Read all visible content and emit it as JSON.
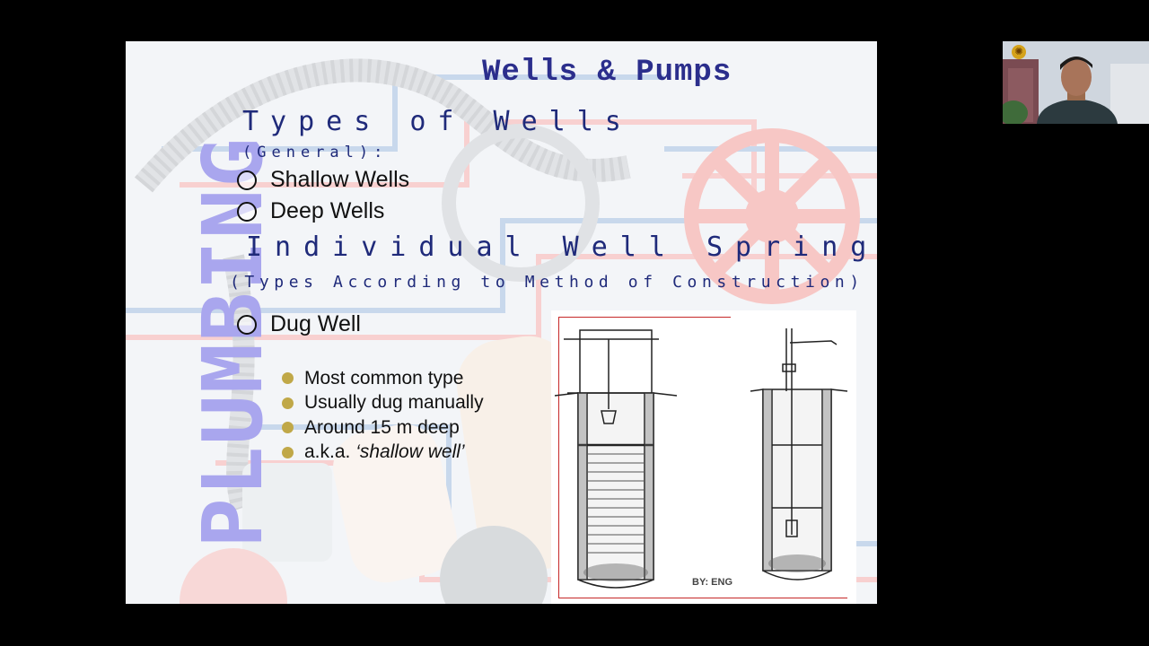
{
  "slide": {
    "side_title": "PLUMBING",
    "title": "Wells & Pumps",
    "types_heading": "Types of Wells",
    "types_sub": "(General):",
    "general_types": [
      "Shallow Wells",
      "Deep Wells"
    ],
    "springs_heading": "Individual Well Springs:",
    "construction_sub": "(Types According to Method of Construction)",
    "construction_types": [
      "Dug Well"
    ],
    "dug_well_points": [
      "Most common type",
      "Usually dug manually",
      "Around 15 m deep",
      "a.k.a. "
    ],
    "aka_term": "‘shallow well’",
    "figure_credit": "BY: ENG",
    "colors": {
      "title": "#2b2e8c",
      "heading": "#1f2a7a",
      "side_title": "#a9a6ee",
      "bullet": "#c0a848",
      "frame": "#c62828"
    }
  },
  "webcam": {
    "icon": "presenter-video-icon",
    "logo_icon": "university-seal-icon"
  }
}
